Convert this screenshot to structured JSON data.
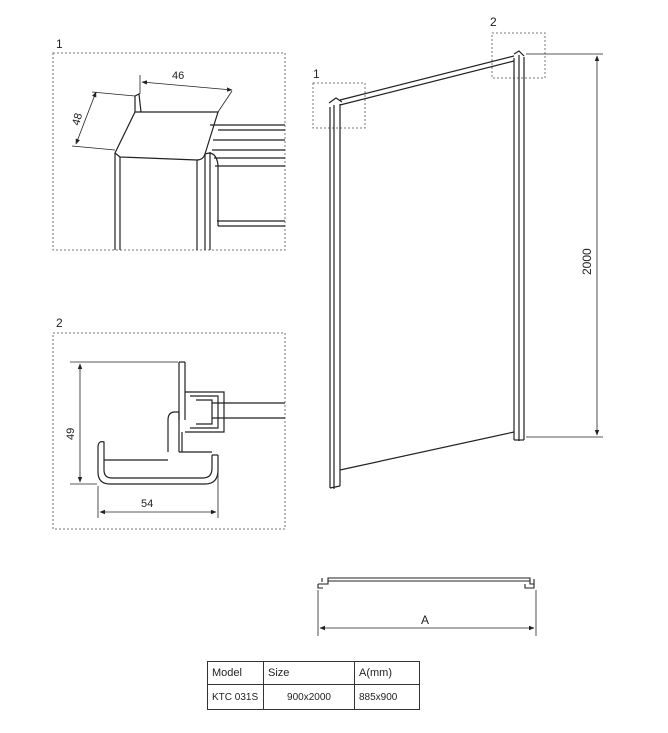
{
  "detail_1": {
    "label": "1",
    "dim_width": "46",
    "dim_height": "48"
  },
  "detail_2": {
    "label": "2",
    "dim_height": "49",
    "dim_width": "54"
  },
  "main_view": {
    "callout_1": "1",
    "callout_2": "2",
    "dim_height": "2000"
  },
  "plan_view": {
    "dim_label": "A"
  },
  "spec_table": {
    "headers": [
      "Model",
      "Size",
      "A(mm)"
    ],
    "rows": [
      [
        "KTC 031S",
        "900x2000",
        "885x900"
      ]
    ]
  }
}
